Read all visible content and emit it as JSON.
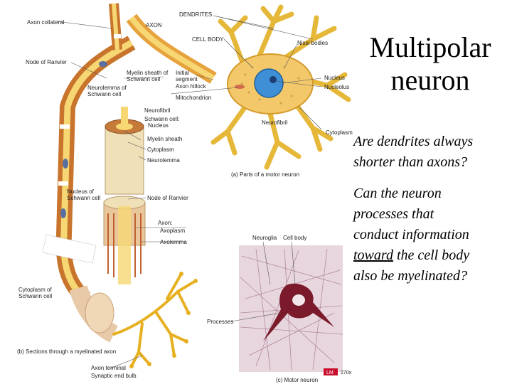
{
  "slide": {
    "title_line1": "Multipolar",
    "title_line2": "neuron",
    "question1_line1": "Are dendrites always",
    "question1_line2": "shorter than axons?",
    "question2_line1": "Can the neuron",
    "question2_line2": "processes that",
    "question2_line3": "conduct information",
    "question2_line4_underlined": "toward",
    "question2_line4_rest": " the cell body",
    "question2_line5": "also be myelinated?"
  },
  "diagram": {
    "labels": {
      "axon_collateral": "Axon collateral",
      "axon": "AXON",
      "dendrites": "DENDRITES",
      "cell_body": "CELL BODY",
      "nissl_bodies": "Nissl bodies",
      "node_of_ranvier_top": "Node of Ranvier",
      "myelin_sheath_schwann_1": "Myelin sheath of",
      "myelin_sheath_schwann_2": "Schwann cell",
      "neurolemma_1": "Neurolemma of",
      "neurolemma_2": "Schwann cell",
      "initial_segment_1": "Initial",
      "initial_segment_2": "segment",
      "axon_hillock": "Axon hillock",
      "mitochondrion": "Mitochondrion",
      "nucleus": "Nucleus",
      "nucleolus": "Nucleolus",
      "neurofibril_left": "Neurofibril",
      "neurofibril_right": "Neurofibril",
      "cytoplasm_right": "Cytoplasm",
      "schwann_nucleus_1": "Schwann cell:",
      "schwann_nucleus_2": "Nucleus",
      "myelin_sheath": "Myelin sheath",
      "cytoplasm_mid": "Cytoplasm",
      "neurolemma_mid": "Neurolemma",
      "caption_a": "(a) Parts of a motor neuron",
      "nucleus_schwann_left_1": "Nucleus of",
      "nucleus_schwann_left_2": "Schwann cell",
      "node_of_ranvier_mid": "Node of Ranvier",
      "axon_mid": "Axon:",
      "axoplasm": "Axoplasm",
      "axolemma": "Axolemma",
      "neuroglia": "Neuroglia",
      "cell_body_micro": "Cell body",
      "processes": "Processes",
      "cytoplasm_schwann_1": "Cytoplasm of",
      "cytoplasm_schwann_2": "Schwann cell",
      "caption_b": "(b) Sections through a myelinated axon",
      "axon_terminal": "Axon terminal",
      "synaptic_end_bulb": "Synaptic end bulb",
      "caption_c": "(c) Motor neuron",
      "lm_badge": "LM",
      "magnification": "270x"
    }
  }
}
